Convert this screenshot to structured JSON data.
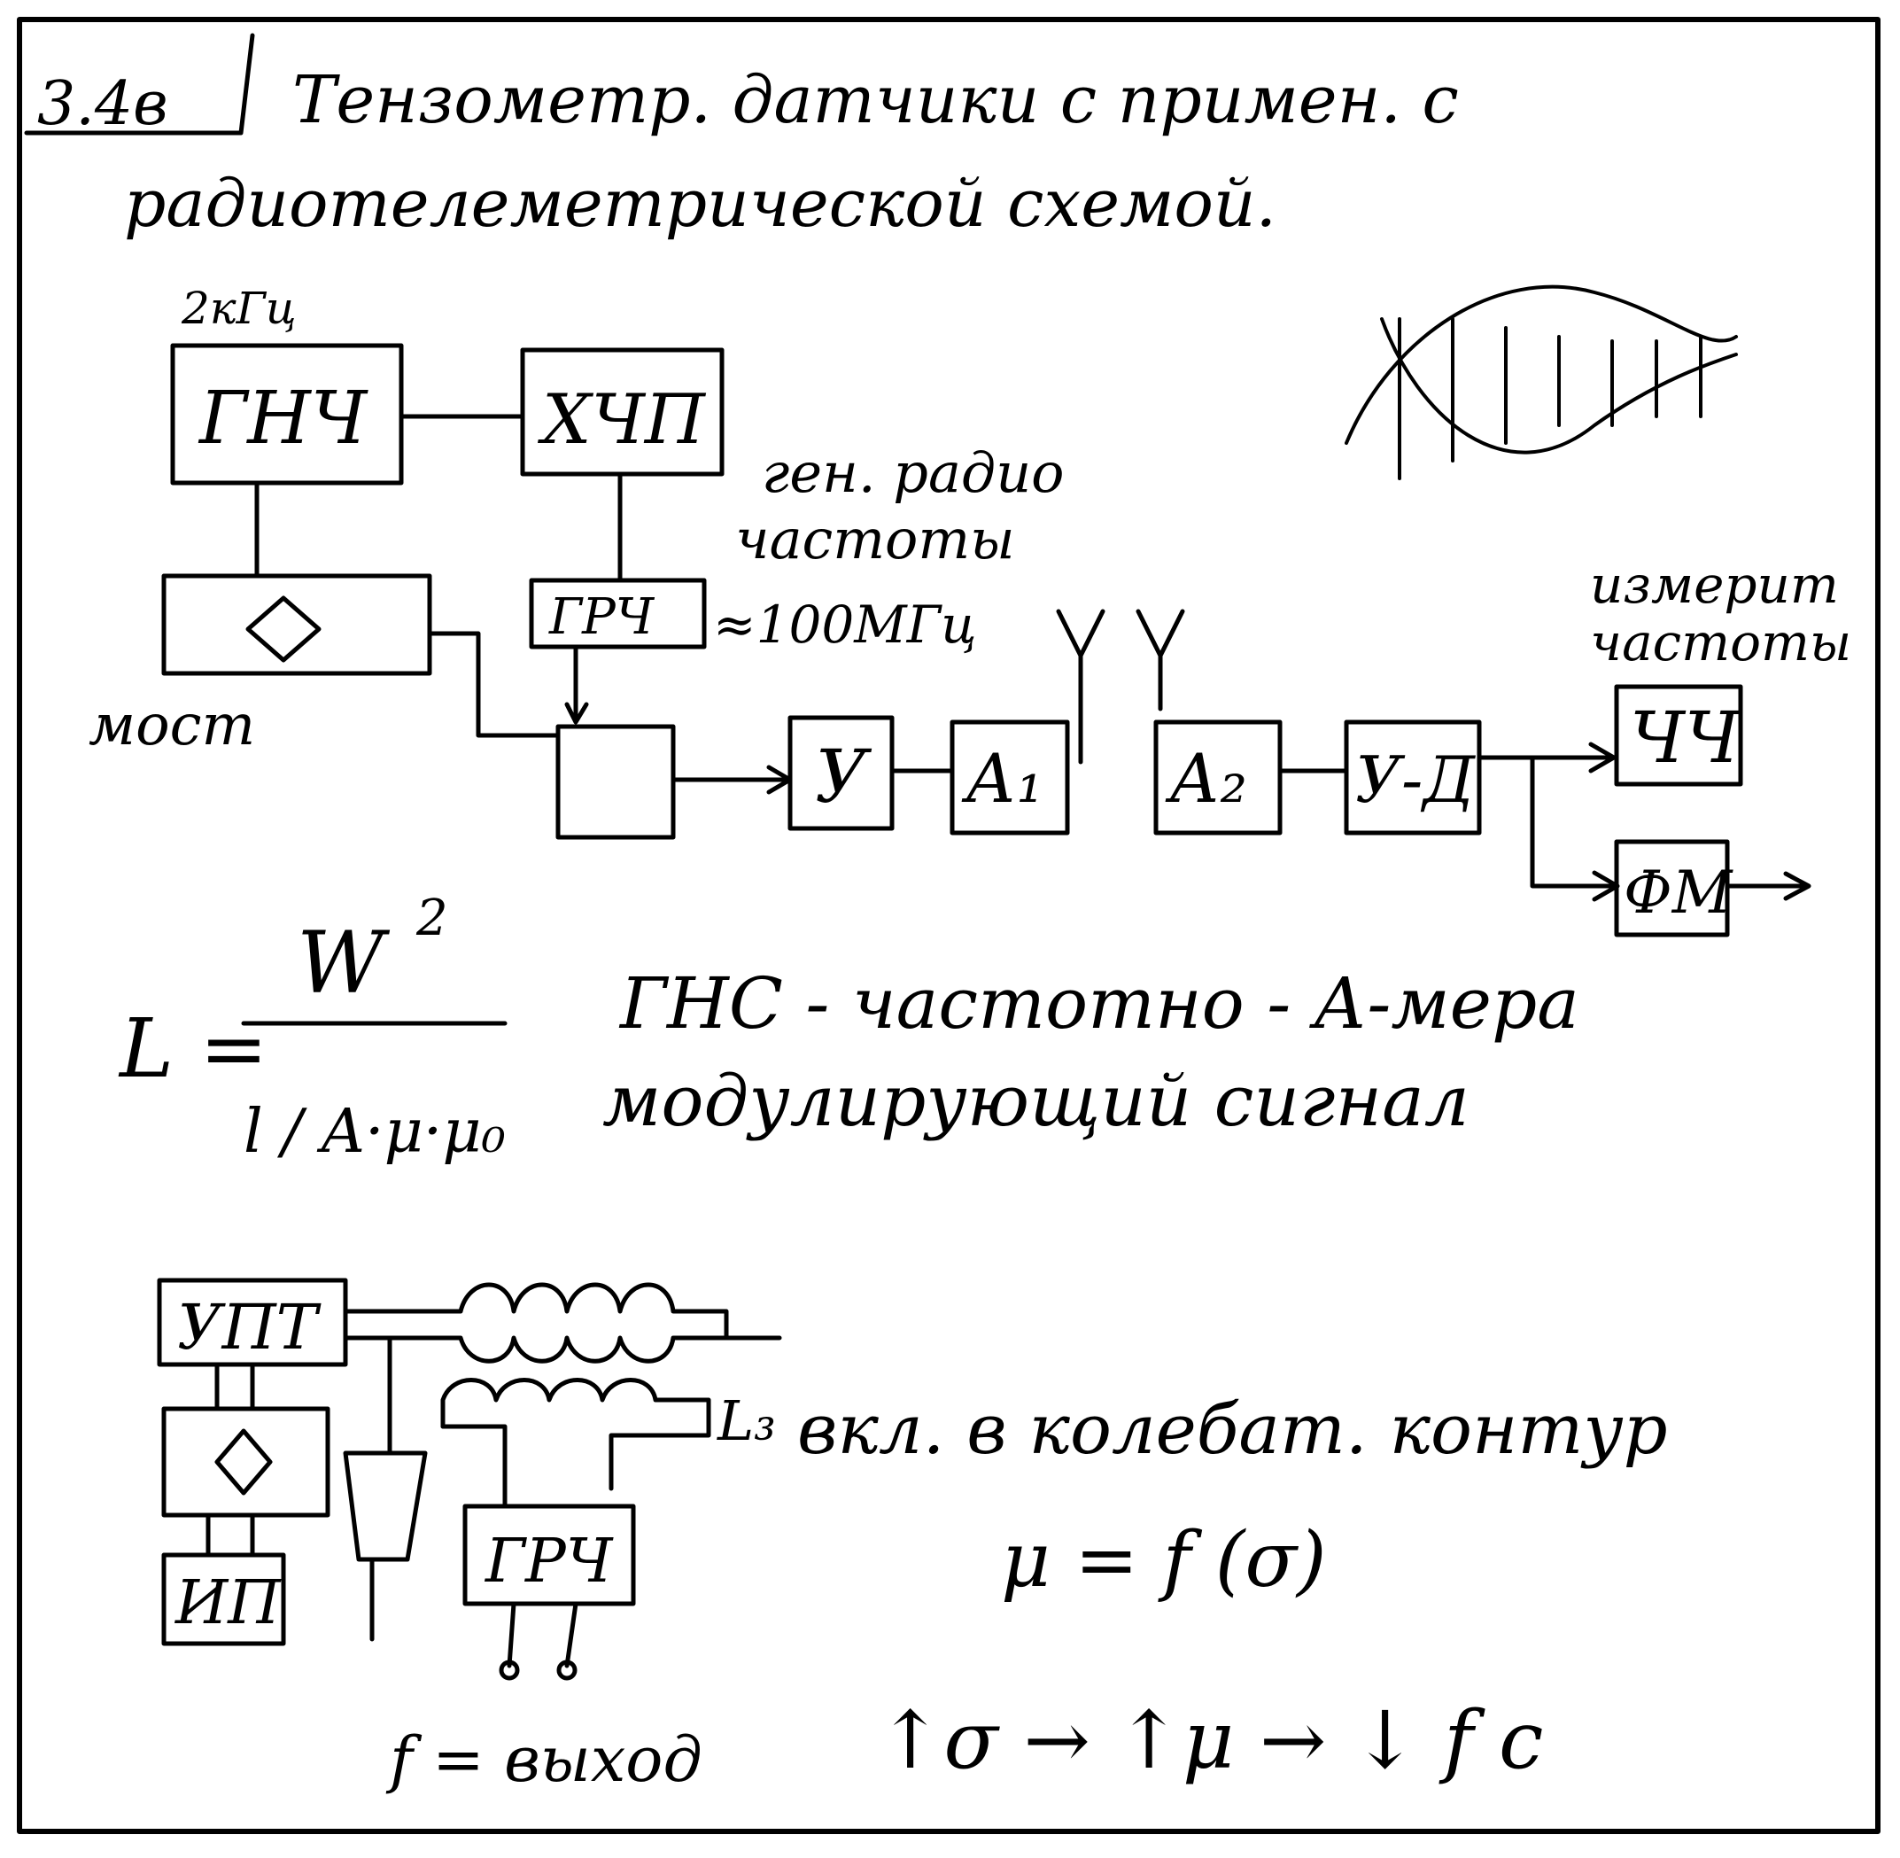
{
  "header": {
    "number": "3.4в",
    "title_line1": "Тензометр. датчики с примен. с",
    "title_line2": "радиотелеметрической схемой."
  },
  "upper_diagram": {
    "freq_label": "2кГц",
    "gnch": "ГНЧ",
    "khchp": "ХЧП",
    "gen_label_1": "ген. радио",
    "gen_label_2": "частоты",
    "grch": "ГРЧ",
    "grch_freq": "≈100МГц",
    "most_label": "мост",
    "u": "У",
    "a1": "А₁",
    "a2": "А₂",
    "u_d": "У-Д",
    "meas_label_1": "измерит",
    "meas_label_2": "частоты",
    "chch": "ЧЧ",
    "om": "ФМ"
  },
  "formula": {
    "lhs": "L =",
    "numerator": "Wᒾ",
    "numerator_sup": "2",
    "denominator": "l / A·μ·μ₀"
  },
  "notes": {
    "line1": "ГНС - частотно - А-мера",
    "line2": "модулирующий сигнал",
    "incl": "вкл. в колебат. контур",
    "mu_eq": "μ = f (σ)",
    "chain": "↑σ → ↑μ → ↓ f c"
  },
  "lower_diagram": {
    "upt": "УПТ",
    "ip": "ИП",
    "grch": "ГРЧ",
    "l3": "L₃",
    "out_label": "f = выход"
  }
}
